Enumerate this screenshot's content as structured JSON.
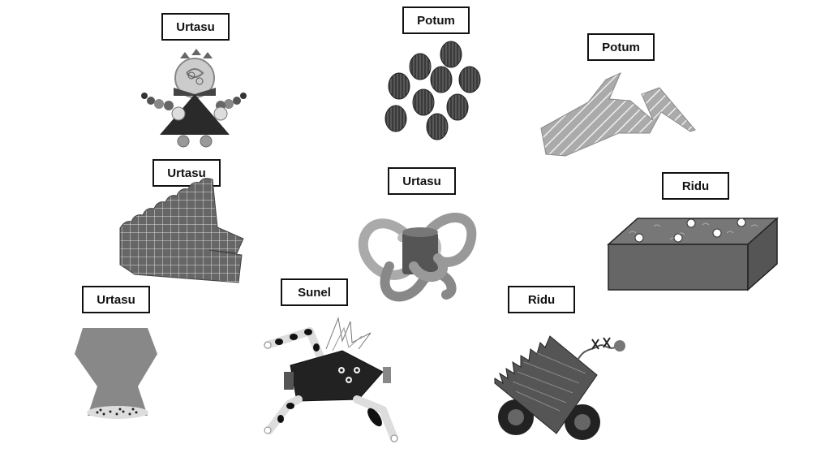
{
  "items": [
    {
      "label": "Urtasu",
      "figure": "robot-figure"
    },
    {
      "label": "Potum",
      "figure": "seed-cluster"
    },
    {
      "label": "Potum",
      "figure": "striped-zigzag"
    },
    {
      "label": "Urtasu",
      "figure": "grid-creature"
    },
    {
      "label": "Urtasu",
      "figure": "looped-tube"
    },
    {
      "label": "Ridu",
      "figure": "speckled-block"
    },
    {
      "label": "Urtasu",
      "figure": "hourglass-vase"
    },
    {
      "label": "Sunel",
      "figure": "spotted-walker"
    },
    {
      "label": "Ridu",
      "figure": "spiky-wheeled-creature"
    }
  ]
}
